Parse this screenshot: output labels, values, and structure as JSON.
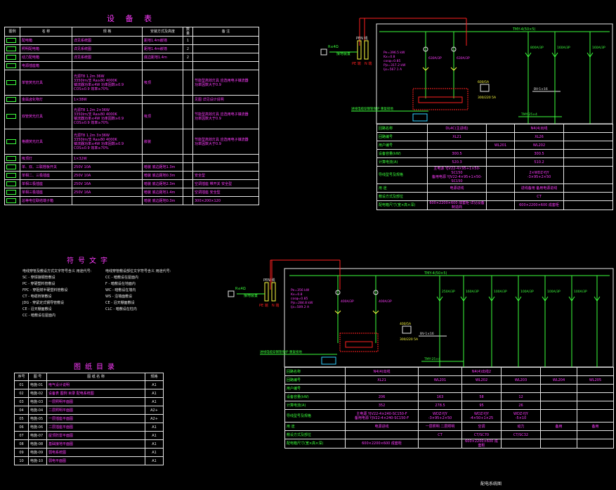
{
  "equipment_table": {
    "title": "设 备 表",
    "headers": [
      "图例",
      "名 称",
      "规 格",
      "安装方式及高度",
      "数量",
      "备 注"
    ],
    "rows": [
      [
        "",
        "配电箱",
        "详见系统图",
        "距地1.4m嵌墙",
        "1",
        ""
      ],
      [
        "",
        "照明配电箱",
        "详见系统图",
        "距地1.4m嵌墙",
        "2",
        ""
      ],
      [
        "",
        "动力配电箱",
        "详见系统图",
        "底边距地1.4m",
        "2",
        ""
      ],
      [
        "",
        "电源插座箱",
        "",
        "",
        "",
        ""
      ],
      [
        "",
        "单管荧光灯具",
        "光源T8 1.2m 36W\n3350lm/支 Ra≥80 4000K\n镇流器功率≤4W 功率因数≥0.9\nCOS≥0.9 效率≥70%",
        "吸顶",
        "",
        "节能型高效灯具 应选用电子镇流器\n功率因数大于0.9"
      ],
      [
        "",
        "金属卤化物灯",
        "1×38W",
        "",
        "",
        "见图 详见设计说明"
      ],
      [
        "",
        "双管荧光灯具",
        "光源T8 1.2m 2×36W\n3350lm/支 Ra≥80 4000K\n镇流器功率≤4W 功率因数≥0.9\nCOS≥0.9 效率≥70%",
        "吸顶",
        "",
        "节能型高效灯具 应选用电子镇流器\n功率因数大于0.9"
      ],
      [
        "",
        "格栅荧光灯具",
        "光源T8 1.2m 3×36W\n3350lm/支 Ra≥80 4000K\n镇流器功率≤4W 功率因数≥0.9\nCOS≥0.9 效率≥70%",
        "嵌装",
        "",
        "节能型高效灯具 应选用电子镇流器\n功率因数大于0.9"
      ],
      [
        "",
        "吸顶灯",
        "1×32W",
        "",
        "",
        ""
      ],
      [
        "",
        "单、双、三联翘板开关",
        "250V 10A",
        "暗装 底边距地1.3m",
        "",
        ""
      ],
      [
        "",
        "单相二、三极插座",
        "250V 10A",
        "暗装 底边距地0.3m",
        "",
        "安全型"
      ],
      [
        "",
        "单相三极插座",
        "250V 16A",
        "暗装 底边距地2.3m",
        "",
        "空调插座 带开关 安全型"
      ],
      [
        "",
        "单相三极插座",
        "250V 16A",
        "暗装 底边距地1.4m",
        "",
        "空调插座 安全型"
      ],
      [
        "",
        "总等电位联结端子箱",
        "",
        "暗装 底边距地0.3m",
        "",
        "300×200×120"
      ]
    ]
  },
  "symbols": {
    "title": "符号文字",
    "left": [
      "电线穿管及敷设方式文字符号含义 用途代号:",
      "SC - 穿焊接钢管敷设",
      "PC - 穿硬塑料管敷设",
      "FPC - 穿阻燃半硬塑料管敷设",
      "CT - 电缆桥架敷设",
      "JDG - 穿紧定式钢导管敷设",
      "CE - 沿天棚面敷设",
      "CC - 暗敷设在屋面内"
    ],
    "right": [
      "电线穿管敷设部位文字符号含义 用途代号:",
      "CC - 暗敷设在屋面内",
      "F - 暗敷设在地面内",
      "WC - 暗敷设在墙内",
      "WS - 沿墙面敷设",
      "CE - 沿天棚面敷设",
      "CLC - 暗敷设在柱内"
    ]
  },
  "drawing_list": {
    "title": "图纸目录",
    "headers": [
      "序号",
      "图 号",
      "图 纸 名 称",
      "规格"
    ],
    "rows": [
      [
        "01",
        "电施-01",
        "电气设计说明",
        "A1"
      ],
      [
        "02",
        "电施-02",
        "设备表 图例 目录 配电系统图",
        "A1"
      ],
      [
        "03",
        "电施-03",
        "一层照明平面图",
        "A1"
      ],
      [
        "04",
        "电施-04",
        "二层照明平面图",
        "A2+"
      ],
      [
        "05",
        "电施-05",
        "一层插座平面图",
        "A2+"
      ],
      [
        "06",
        "电施-06",
        "二层插座平面图",
        "A1"
      ],
      [
        "07",
        "电施-07",
        "屋顶防雷平面图",
        "A1"
      ],
      [
        "08",
        "电施-08",
        "基础接地平面图",
        "A1"
      ],
      [
        "09",
        "电施-09",
        "弱电系统图",
        "A1"
      ],
      [
        "10",
        "电施-10",
        "弱电平面图",
        "A1"
      ]
    ]
  },
  "system_1": {
    "bus_label": "TMY-4(50×5)",
    "pen_label": "PEN 线",
    "pe_label": "PE 端",
    "n_label": "N 端",
    "ground_label": "R≤4Ω",
    "ground_note": "接地装置",
    "params": [
      "Pe=396.5 kW",
      "Kx=0.8",
      "cosφ=0.85",
      "Pjs=317.2 kW",
      "Ijs=567.1 A"
    ],
    "switches": [
      "630A/3P",
      "630A/3P",
      "800A/3P",
      "160A/3P",
      "160A/3P"
    ],
    "ct": "600/5A",
    "meter": "300/220 5A",
    "n_bus": "TMY-25×4",
    "busway": "BV-1×16",
    "note": "进线电缆穿钢管保护 重复接地",
    "rows": [
      [
        "回路名称",
        "DL4C(主进线)",
        "",
        "N4(4)出线",
        ""
      ],
      [
        "回路编号",
        "XL21",
        "",
        "XL26",
        ""
      ],
      [
        "用户编号",
        "",
        "WL201",
        "WL202",
        ""
      ],
      [
        "设备容量(kW)",
        "300.5",
        "",
        "300.5",
        ""
      ],
      [
        "计算电流(A)",
        "520.3",
        "",
        "510.2",
        ""
      ],
      [
        "导线型号及规格",
        "主电源 YJV22-4×95+1×50-SC150\n备用电源 YJV22-4×95+1×50-SC150",
        "",
        "2×WDZ-YJY\n-3×95+2×50",
        ""
      ],
      [
        "用 途",
        "电源进线",
        "",
        "进线备用 备用电源进线",
        ""
      ],
      [
        "敷设方式及部位",
        "",
        "",
        "CT",
        ""
      ],
      [
        "配电箱尺寸(宽×高×深)",
        "600×2200×600 成套柜 详见设备制造商",
        "",
        "600×2200×600 成套柜",
        ""
      ]
    ]
  },
  "system_2": {
    "bus_label": "TMY-4(50×5)",
    "pen_label": "PEN 线",
    "pe_label": "PE 端",
    "n_label": "N 端",
    "ground_label": "R≤4Ω",
    "ground_note": "接地装置",
    "params": [
      "Pe=356 kW",
      "Kx=0.8",
      "cosφ=0.85",
      "Pjs=284.8 kW",
      "Ijs=509.2 A"
    ],
    "switches": [
      "400A/3P",
      "400A/3P",
      "250A/3P",
      "160A/3P",
      "100A/3P",
      "100A/3P",
      "100A/3P",
      "100A/3P"
    ],
    "ct": "400/5A",
    "meter": "300/220 5A",
    "n_bus": "TMY-25×4",
    "busway": "BV-1×16",
    "note": "进线电缆穿钢管保护 重复接地",
    "rows": [
      [
        "回路名称",
        "N4(4)出线",
        "",
        "N4(4)出线2",
        "",
        "",
        ""
      ],
      [
        "回路编号",
        "XL21",
        "WL201",
        "WL202",
        "WL203",
        "WL204",
        "WL205"
      ],
      [
        "用户编号",
        "",
        "",
        "",
        "",
        "",
        ""
      ],
      [
        "设备容量(kW)",
        "206",
        "163",
        "58",
        "12",
        "",
        ""
      ],
      [
        "计算电流(A)",
        "352",
        "278.5",
        "95",
        "26",
        "",
        ""
      ],
      [
        "导线型号及规格",
        "主电源 YJV22-4×240-SC150-F\n备用电源 YJV22-4×240-SC150-F",
        "WDZ-YJY\n-3×95+2×50",
        "WDZ-YJY\n-4×50+1×25",
        "WDZ-YJY\n-5×10",
        "",
        ""
      ],
      [
        "用 途",
        "电源进线",
        "一层照明 二层照明",
        "空调",
        "动力",
        "备用",
        "备用"
      ],
      [
        "敷设方式及部位",
        "",
        "CT",
        "CT/SC70",
        "CT/SC32",
        "",
        ""
      ],
      [
        "配电箱尺寸(宽×高×深)",
        "600×2200×600 成套柜",
        "",
        "600×2200×600 成套柜",
        "",
        "",
        ""
      ]
    ]
  },
  "footer": {
    "label": "配电系统图"
  },
  "colors": {
    "background": "#000000",
    "magenta": "#ff3cff",
    "green": "#3cff3c",
    "red": "#ff2020",
    "white": "#e8e8e8",
    "yellow": "#ffff40",
    "cyan": "#30d0ff"
  }
}
